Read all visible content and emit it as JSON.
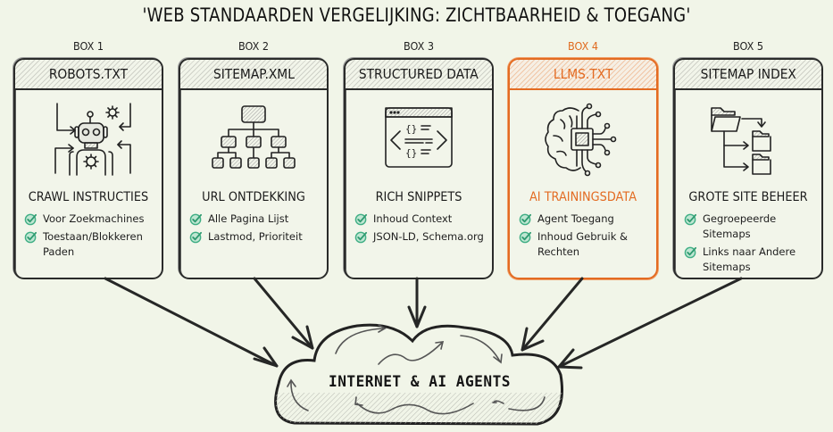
{
  "title": "'WEB STANDAARDEN VERGELIJKING: ZICHTBAARHEID & TOEGANG'",
  "colors": {
    "background": "#f1f5e8",
    "ink": "#1e1f1e",
    "accent": "#e36b22",
    "check": "#3fae84"
  },
  "boxes": [
    {
      "label": "BOX 1",
      "header": "ROBOTS.TXT",
      "icon": "robot-gears-icon",
      "subtitle": "CRAWL INSTRUCTIES",
      "bullets": [
        "Voor Zoekmachines",
        "Toestaan/Blokkeren Paden"
      ]
    },
    {
      "label": "BOX 2",
      "header": "SITEMAP.XML",
      "icon": "sitemap-tree-icon",
      "subtitle": "URL ONTDEKKING",
      "bullets": [
        "Alle Pagina Lijst",
        "Lastmod, Prioriteit"
      ]
    },
    {
      "label": "BOX 3",
      "header": "STRUCTURED DATA",
      "icon": "code-window-icon",
      "subtitle": "RICH SNIPPETS",
      "bullets": [
        "Inhoud Context",
        "JSON-LD, Schema.org"
      ]
    },
    {
      "label": "BOX 4",
      "header": "LLMS.TXT",
      "icon": "brain-chip-icon",
      "subtitle": "AI TRAININGSDATA",
      "bullets": [
        "Agent Toegang",
        "Inhoud Gebruik & Rechten"
      ],
      "highlighted": true
    },
    {
      "label": "BOX 5",
      "header": "SITEMAP INDEX",
      "icon": "folder-hierarchy-icon",
      "subtitle": "GROTE SITE BEHEER",
      "bullets": [
        "Gegroepeerde Sitemaps",
        "Links naar Andere Sitemaps"
      ]
    }
  ],
  "cloud": {
    "label": "INTERNET & AI AGENTS",
    "icon": "cloud-icon"
  }
}
